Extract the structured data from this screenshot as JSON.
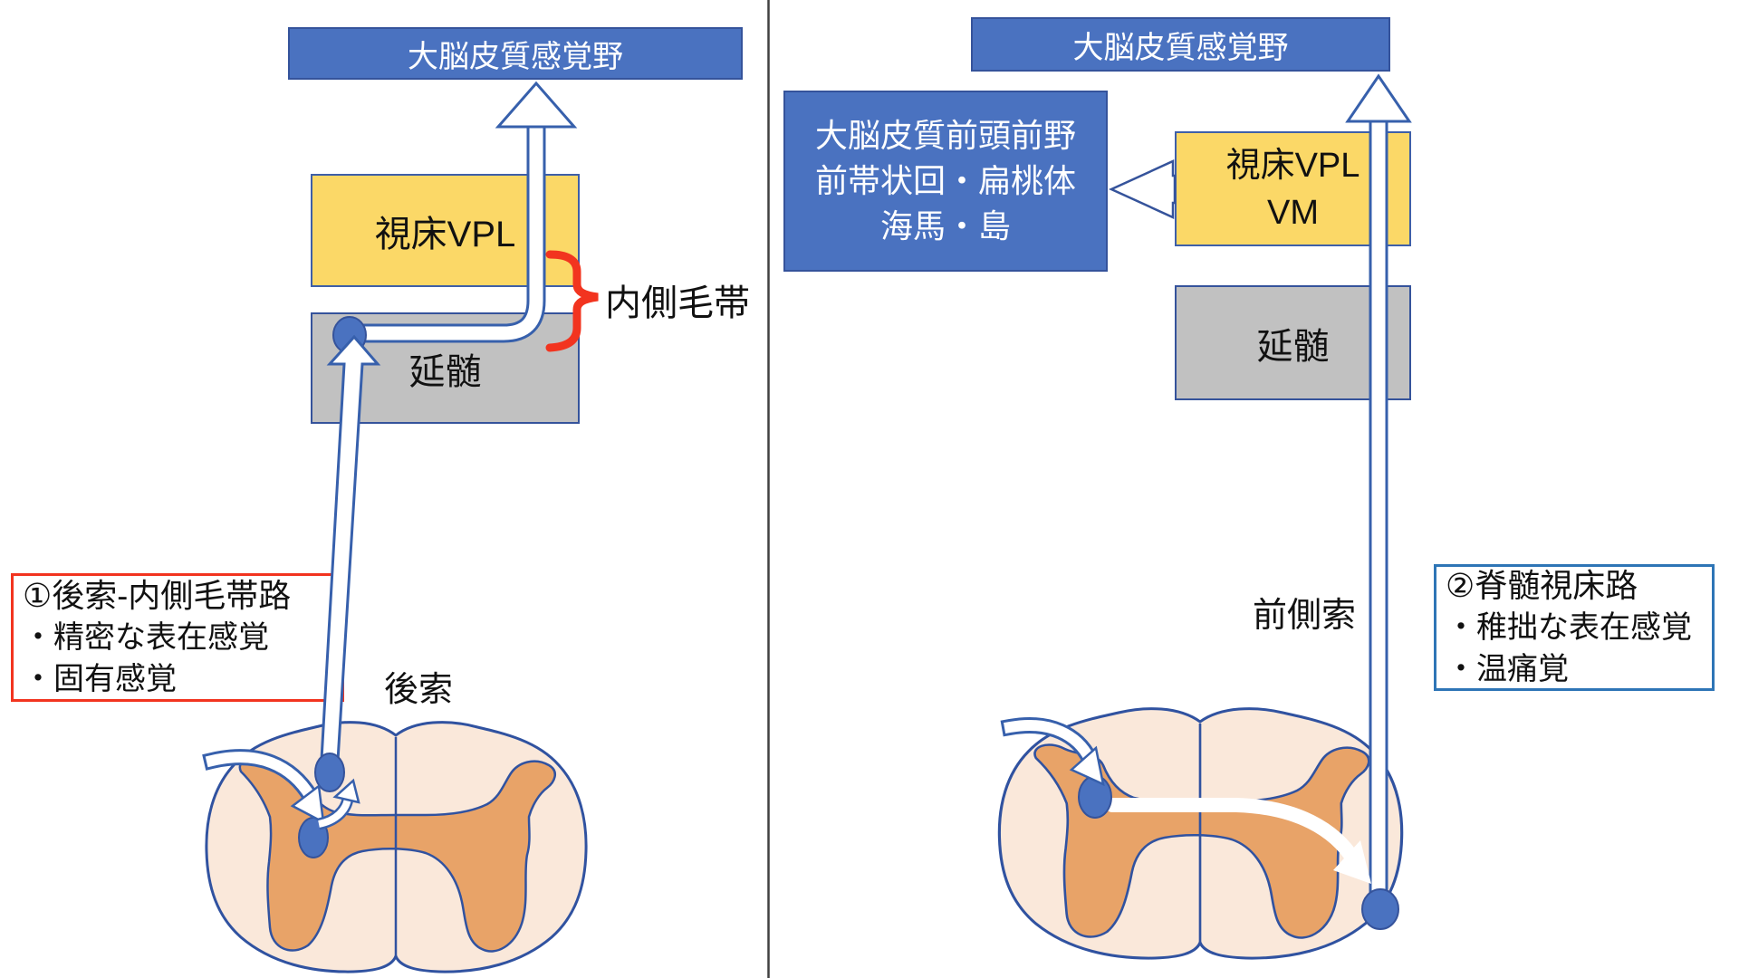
{
  "left_panel": {
    "cortex_box": "大脳皮質感覚野",
    "thalamus_box": "視床VPL",
    "medulla_box": "延髄",
    "medial_lemniscus_label": "内側毛帯",
    "dorsal_column_label": "後索",
    "pathway_box": {
      "title": "①後索-内側毛帯路",
      "items": [
        "・精密な表在感覚",
        "・固有感覚"
      ]
    }
  },
  "right_panel": {
    "cortex_box": "大脳皮質感覚野",
    "prefrontal_box_lines": [
      "大脳皮質前頭前野",
      "前帯状回・扁桃体",
      "海馬・島"
    ],
    "thalamus_box_lines": [
      "視床VPL",
      "VM"
    ],
    "medulla_box": "延髄",
    "anterolateral_label": "前側索",
    "pathway_box": {
      "title": "②脊髄視床路",
      "items": [
        "・稚拙な表在感覚",
        "・温痛覚"
      ]
    }
  },
  "colors": {
    "box_blue_fill": "#4A72C0",
    "box_blue_border": "#35539B",
    "box_yellow_fill": "#FBD867",
    "box_gray_fill": "#C1C1C1",
    "note1_border_red": "#F2341F",
    "note2_border_blue": "#2E75B6",
    "brace_red": "#F2341F",
    "tube_outline_blue": "#3760AC",
    "cord_fill": "#FAE8DA",
    "cord_gray_matter": "#E8A368",
    "cord_outline": "#3052A0",
    "neuron_dot": "#4A72C0",
    "divider": "#404040"
  }
}
